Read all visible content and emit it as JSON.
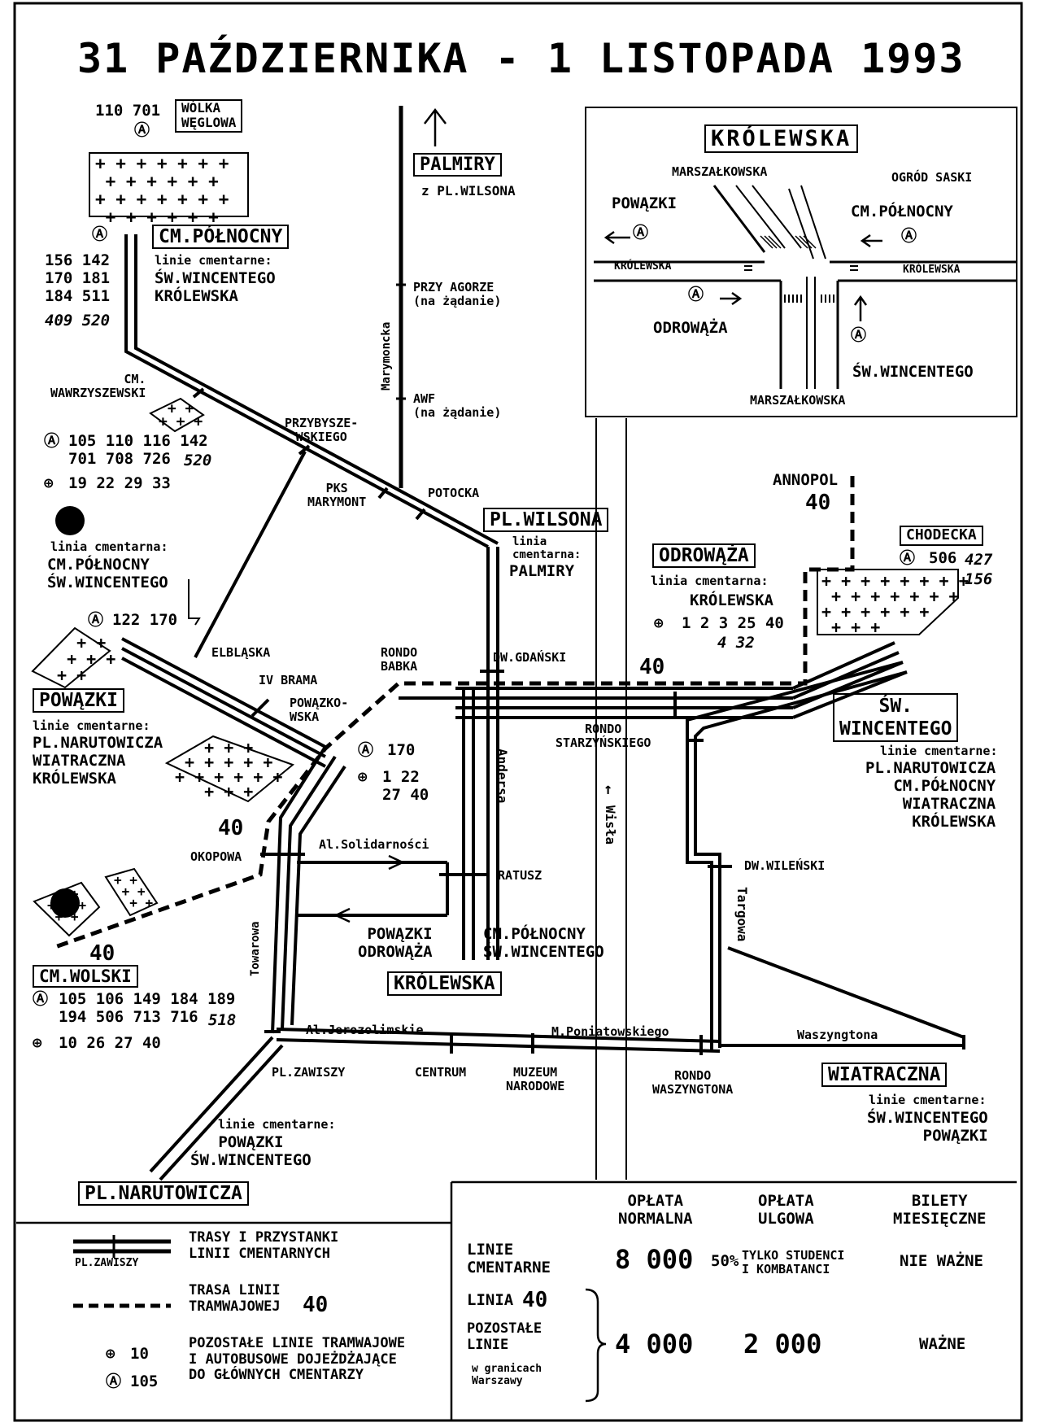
{
  "title": "31 PAŹDZIERNIKA - 1 LISTOPADA 1993",
  "inset": {
    "title": "KRÓLEWSKA",
    "marszalkowska_top": "MARSZAŁKOWSKA",
    "ogrod_saski": "OGRÓD SASKI",
    "powazki": "POWĄZKI",
    "cm_polnocny": "CM.PÓŁNOCNY",
    "krolewska_left": "KRÓLEWSKA",
    "krolewska_right": "KRÓLEWSKA",
    "odrowaza": "ODROWĄŻA",
    "sw_wincentego": "ŚW.WINCENTEGO",
    "marszalkowska_bottom": "MARSZAŁKOWSKA"
  },
  "stations": {
    "wolka_weglowa": "WÓLKA\nWĘGLOWA",
    "wolka_buses": "110 701",
    "cm_polnocny": "CM.PÓŁNOCNY",
    "cm_polnocny_lines": "linie cmentarne:",
    "cm_polnocny_dest": "ŚW.WINCENTEGO\nKRÓLEWSKA",
    "cm_polnocny_buses": "156 142\n170 181\n184 511",
    "cm_polnocny_buses_hand": "409 520",
    "palmiry": "PALMIRY",
    "palmiry_from": "z PL.WILSONA",
    "przy_agorze": "PRZY AGORZE\n(na żądanie)",
    "awf": "AWF\n(na żądanie)",
    "marymoncka": "Marymoncka",
    "cm_wawrzyszewski": "CM.\nWAWRZYSZEWSKI",
    "wawrzyszewski_buses": "105 110 116 142\n701 708 726",
    "wawrzyszewski_buses_hand": "520",
    "wawrzyszewski_trams": "19 22 29 33",
    "przybyszewskiego": "PRZYBYSZE-\nWSKIEGO",
    "pks_marymont": "PKS\nMARYMONT",
    "potocka": "POTOCKA",
    "pl_wilsona": "PL.WILSONA",
    "pl_wilsona_line": "linia\ncmentarna:",
    "pl_wilsona_dest": "PALMIRY",
    "linia_cm_left": "linia cmentarna:",
    "linia_cm_left_dest": "CM.PÓŁNOCNY\nŚW.WINCENTEGO",
    "left_buses": "122 170",
    "annopol": "ANNOPOL",
    "annopol_40": "40",
    "chodecka": "CHODECKA",
    "chodecka_buses": "506",
    "chodecka_hand": "427\n156",
    "odrowaza": "ODROWĄŻA",
    "odrowaza_line": "linia cmentarna:",
    "odrowaza_dest": "KRÓLEWSKA",
    "odrowaza_trams": "1 2 3 25 40",
    "odrowaza_trams_hand": "4 32",
    "powazki": "POWĄZKI",
    "powazki_lines": "linie cmentarne:",
    "powazki_dest": "PL.NARUTOWICZA\nWIATRACZNA\nKRÓLEWSKA",
    "elblaska": "ELBLĄSKA",
    "iv_brama": "IV BRAMA",
    "powazkowska": "POWĄZKO-\nWSKA",
    "powazkowska_bus": "170",
    "powazkowska_trams": "1 22\n27 40",
    "rondo_babka": "RONDO\nBABKA",
    "dw_gdanski": "DW.GDAŃSKI",
    "label_40_mid": "40",
    "rondo_starzynskiego": "RONDO\nSTARZYŃSKIEGO",
    "sw_wincentego": "ŚW.\nWINCENTEGO",
    "sw_wincentego_lines": "linie cmentarne:",
    "sw_wincentego_dest": "PL.NARUTOWICZA\nCM.PÓŁNOCNY\nWIATRACZNA\nKRÓLEWSKA",
    "label_40_okopowa": "40",
    "okopowa": "OKOPOWA",
    "al_solidarnosci": "Al.Solidarności",
    "ratusz": "RATUSZ",
    "andersa": "Andersa",
    "wisla": "Wisła",
    "dw_wilenski": "DW.WILEŃSKI",
    "targowa": "Targowa",
    "towarowa": "Towarowa",
    "powazki_odrowaza": "POWĄZKI\nODROWĄŻA",
    "cm_polnocny_sw": "CM.PÓŁNOCNY\nŚW.WINCENTEGO",
    "krolewska": "KRÓLEWSKA",
    "label_40_wolski": "40",
    "cm_wolski": "CM.WOLSKI",
    "cm_wolski_buses": "105 106 149 184 189\n194 506 713 716",
    "cm_wolski_buses_hand": "518",
    "cm_wolski_trams": "10 26 27 40",
    "al_jerozolimskie": "Al.Jerozolimskie",
    "m_poniatowskiego": "M.Poniatowskiego",
    "waszyngtona": "Waszyngtona",
    "pl_zawiszy": "PL.ZAWISZY",
    "centrum": "CENTRUM",
    "muzeum": "MUZEUM\nNARODOWE",
    "rondo_waszyngtona": "RONDO\nWASZYNGTONA",
    "wiatraczna": "WIATRACZNA",
    "wiatraczna_lines": "linie cmentarne:",
    "wiatraczna_dest": "ŚW.WINCENTEGO\nPOWĄZKI",
    "narutowicza_lines": "linie cmentarne:",
    "narutowicza_dest": "POWĄZKI\nŚW.WINCENTEGO",
    "pl_narutowicza": "PL.NARUTOWICZA"
  },
  "legend": {
    "stop_example": "PL.ZAWISZY",
    "routes_label": "TRASY I PRZYSTANKI\nLINII CMENTARNYCH",
    "tram_route": "TRASA LINII\nTRAMWAJOWEJ",
    "tram_number": "40",
    "tram_icon_number": "10",
    "bus_icon_number": "105",
    "other_lines": "POZOSTAŁE LINIE TRAMWAJOWE\nI AUTOBUSOWE DOJEŻDŻAJĄCE\nDO GŁÓWNYCH CMENTARZY"
  },
  "fares": {
    "col_normal": "OPŁATA\nNORMALNA",
    "col_reduced": "OPŁATA\nULGOWA",
    "col_monthly": "BILETY\nMIESIĘCZNE",
    "row_cemetery": "LINIE\nCMENTARNE",
    "cemetery_normal": "8 000",
    "cemetery_reduced_pct": "50%",
    "cemetery_reduced_note": "TYLKO STUDENCI\nI KOMBATANCI",
    "cemetery_monthly": "NIE WAŻNE",
    "row_40": "LINIA",
    "row_40_num": "40",
    "row_other": "POZOSTAŁE\nLINIE",
    "row_other_note": "w granicach\nWarszawy",
    "other_normal": "4 000",
    "other_reduced": "2 000",
    "other_monthly": "WAŻNE"
  }
}
